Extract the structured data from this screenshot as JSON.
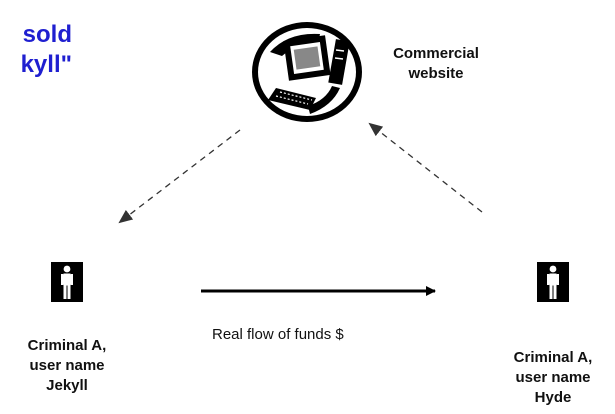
{
  "heading": {
    "line1": "sold",
    "line2": "kyll\""
  },
  "website": {
    "label_line1": "Commercial",
    "label_line2": "website",
    "icon": "computer-globe-icon"
  },
  "jekyll": {
    "line1": "Criminal A,",
    "line2": "user name",
    "line3": "Jekyll",
    "icon": "person-icon"
  },
  "hyde": {
    "line1": "Criminal A,",
    "line2": "user name",
    "line3": "Hyde",
    "icon": "person-icon"
  },
  "flow_label": "Real flow of funds $",
  "colors": {
    "title": "#1f1fd0",
    "line": "#000000",
    "dashed": "#333333"
  }
}
